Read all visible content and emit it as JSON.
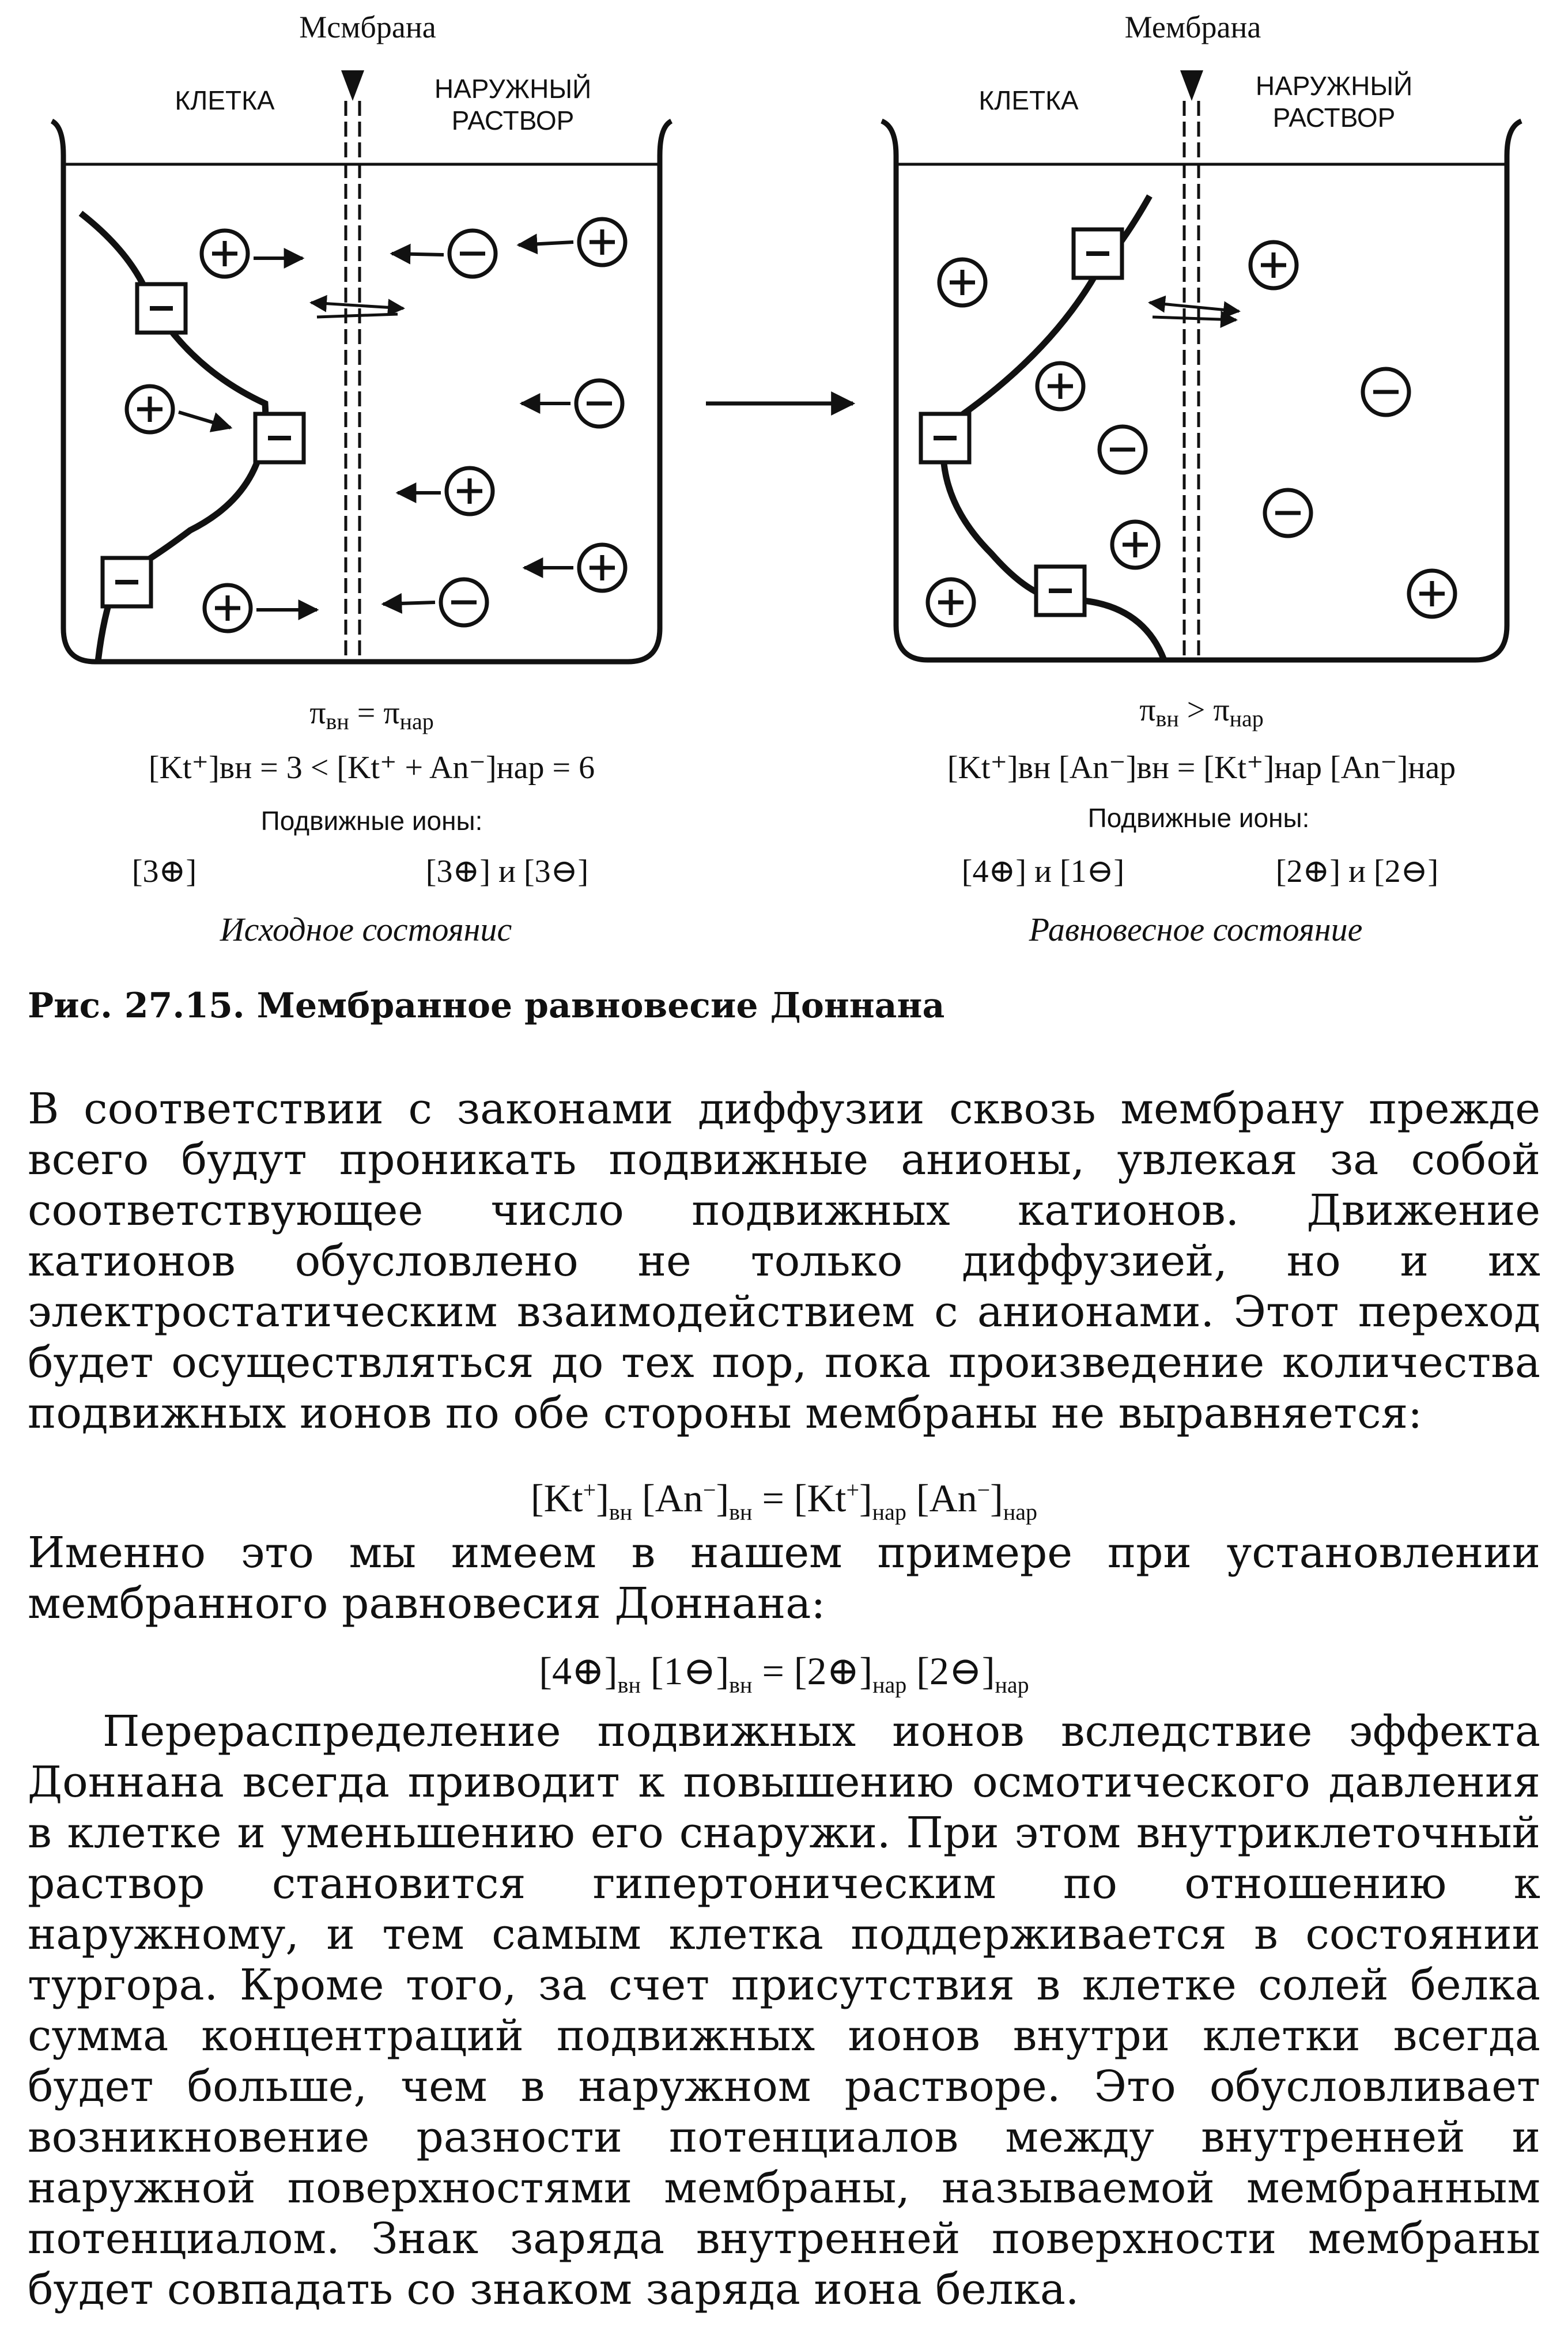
{
  "figure": {
    "left": {
      "membrane_label": "Мсмбрана",
      "cell_label": "КЛЕТКА",
      "outer_label_1": "НАРУЖНЫЙ",
      "outer_label_2": "РАСТВОР",
      "pressure": "π",
      "pressure_sub1": "вн",
      "pressure_eq": " = π",
      "pressure_sub2": "нар",
      "conc": "[Kt⁺]вн = 3 < [Kt⁺ + An⁻]нар = 6",
      "mobile_label": "Подвижные ионы:",
      "mobile_in": "[3⊕]",
      "mobile_out": "[3⊕] и [3⊖]",
      "state": "Исходное состоянис"
    },
    "right": {
      "membrane_label": "Мембрана",
      "cell_label": "КЛЕТКА",
      "outer_label_1": "НАРУЖНЫЙ",
      "outer_label_2": "РАСТВОР",
      "pressure": "π",
      "pressure_sub1": "вн",
      "pressure_eq": " > π",
      "pressure_sub2": "нар",
      "conc": "[Kt⁺]вн [An⁻]вн = [Kt⁺]нар [An⁻]нар",
      "mobile_label": "Подвижные ионы:",
      "mobile_in": "[4⊕] и [1⊖]",
      "mobile_out": "[2⊕] и [2⊖]",
      "state": "Равновесное состояние"
    }
  },
  "caption": "Рис. 27.15. Мембранное равновесие Доннана",
  "paragraph1": "В соответствии с законами диффузии сквозь мембрану прежде всего будут проникать подвижные анионы, увлекая за собой соответствующее число подвижных катионов. Движение катионов обусловлено не только диффузией, но и их электростатическим взаимодействием с анионами. Этот переход будет осуществляться до тех пор, пока произведение количества подвижных ионов по обе стороны мембраны не выравняется:",
  "formula1": {
    "a": "[Kt",
    "a_sup": "+",
    "a_close": "]",
    "a_sub": "вн",
    "b": " [An",
    "b_sup": "−",
    "b_close": "]",
    "b_sub": "вн",
    "eq": " = ",
    "c": "[Kt",
    "c_sup": "+",
    "c_close": "]",
    "c_sub": "нар",
    "d": " [An",
    "d_sup": "−",
    "d_close": "]",
    "d_sub": "нар"
  },
  "paragraph2": "Именно это мы имеем в нашем примере при установлении мембранного равновесия Доннана:",
  "formula2": {
    "a": "[4⊕]",
    "a_sub": "вн",
    "b": " [1⊖]",
    "b_sub": "вн",
    "eq": " = ",
    "c": "[2⊕]",
    "c_sub": "нар",
    "d": " [2⊖]",
    "d_sub": "нар"
  },
  "paragraph3": "Перераспределение подвижных ионов вследствие эффекта Доннана всегда приводит к повышению осмотического давления в клетке и уменьшению его снаружи. При этом внутриклеточный раствор становится гипертоническим по отношению к наружному, и тем самым клетка поддерживается в состоянии тургора. Кроме того, за счет присутствия в клетке солей белка сумма концентраций подвижных ионов внутри клетки всегда будет больше, чем в наружном растворе. Это обусловливает возникновение разности потенциалов между внутренней и наружной поверхностями мембраны, называемой мембранным потенциалом. Знак заряда внутренней поверхности мембраны будет совпадать со знаком заряда иона белка."
}
